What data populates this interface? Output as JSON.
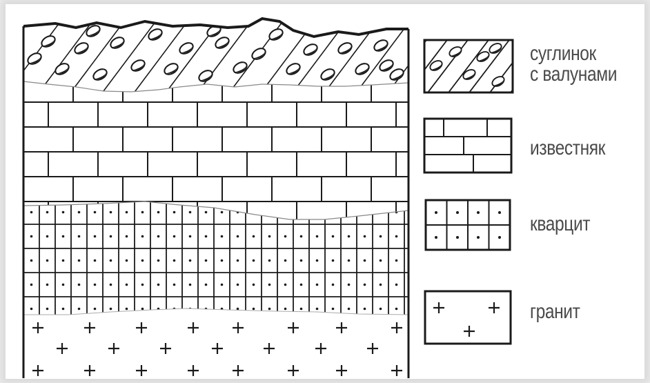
{
  "legend": [
    {
      "id": "loam",
      "label": "суглинок\nс валунами"
    },
    {
      "id": "limestone",
      "label": "известняк"
    },
    {
      "id": "quartzite",
      "label": "кварцит"
    },
    {
      "id": "granite",
      "label": "гранит"
    }
  ],
  "colors": {
    "ink": "#1a1a1a",
    "text": "#4a4a4a",
    "background": "#ffffff"
  }
}
